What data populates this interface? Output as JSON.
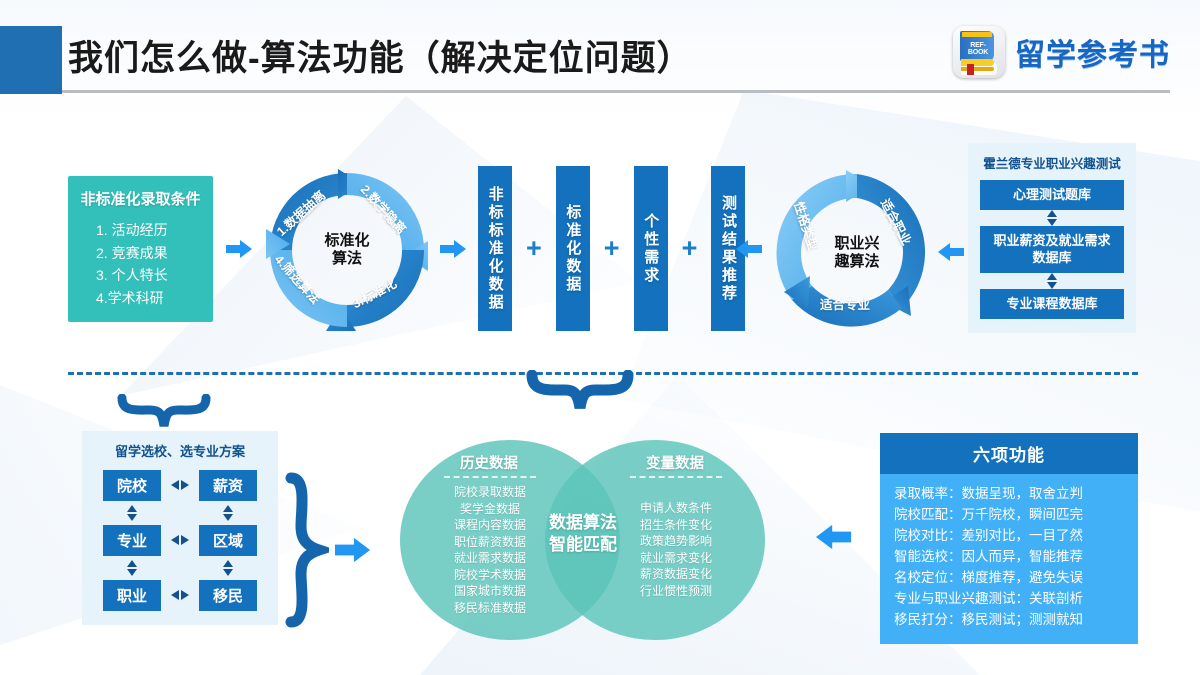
{
  "header": {
    "title": "我们怎么做-算法功能（解决定位问题）",
    "logo_badge": "REF-BOOK",
    "logo_text": "留学参考书"
  },
  "left_conditions": {
    "title": "非标准化录取条件",
    "items": [
      "1. 活动经历",
      "2. 竞赛成果",
      "3. 个人特长",
      "4.学术科研"
    ]
  },
  "cycle_left": {
    "center": "标准化\n算法",
    "center_line1": "标准化",
    "center_line2": "算法",
    "labels": [
      "1.数据抽离",
      "2.数学隐离",
      "3.标准化",
      "4.筛选算法"
    ]
  },
  "columns": [
    {
      "label": "非标标准化数据"
    },
    {
      "label": "标准化数据"
    },
    {
      "label": "个性需求"
    },
    {
      "label": "测试结果推荐"
    }
  ],
  "plus_sign": "+",
  "cycle_right": {
    "center_line1": "职业兴",
    "center_line2": "趣算法",
    "labels": [
      "性格类型",
      "适合职业",
      "适合专业"
    ]
  },
  "database_panel": {
    "title": "霍兰德专业职业兴趣测试",
    "boxes": [
      "心理测试题库",
      "职业薪资及就业需求\n数据库",
      "专业课程数据库"
    ],
    "box1": "心理测试题库",
    "box2_line1": "职业薪资及就业需求",
    "box2_line2": "数据库",
    "box3": "专业课程数据库"
  },
  "matrix_panel": {
    "title": "留学选校、选专业方案",
    "rows": [
      [
        "院校",
        "薪资"
      ],
      [
        "专业",
        "区域"
      ],
      [
        "职业",
        "移民"
      ]
    ],
    "r0c0": "院校",
    "r0c1": "薪资",
    "r1c0": "专业",
    "r1c1": "区域",
    "r2c0": "职业",
    "r2c1": "移民"
  },
  "venn": {
    "center_line1": "数据算法",
    "center_line2": "智能匹配",
    "left": {
      "title": "历史数据",
      "items": [
        "院校录取数据",
        "奖学金数据",
        "课程内容数据",
        "职位薪资数据",
        "就业需求数据",
        "院校学术数据",
        "国家城市数据",
        "移民标准数据"
      ]
    },
    "right": {
      "title": "变量数据",
      "items": [
        "申请人数条件",
        "招生条件变化",
        "政策趋势影响",
        "就业需求变化",
        "薪资数据变化",
        "行业惯性预测"
      ]
    }
  },
  "six_functions": {
    "title": "六项功能",
    "items": [
      "录取概率：数据呈现，取舍立判",
      "院校匹配：万千院校，瞬间匹完",
      "院校对比：差别对比，一目了然",
      "智能选校：因人而异，智能推荐",
      "名校定位：梯度推荐，避免失误",
      "专业与职业兴趣测试：关联剖析",
      "移民打分：移民测试；测测就知"
    ]
  },
  "colors": {
    "brand_blue": "#1371bd",
    "accent_blue": "#2196f3",
    "teal": "#33c0bb",
    "venn_teal": "#5cc4ba",
    "panel_light": "#e7f3fb",
    "six_bg": "#41b0f7"
  }
}
